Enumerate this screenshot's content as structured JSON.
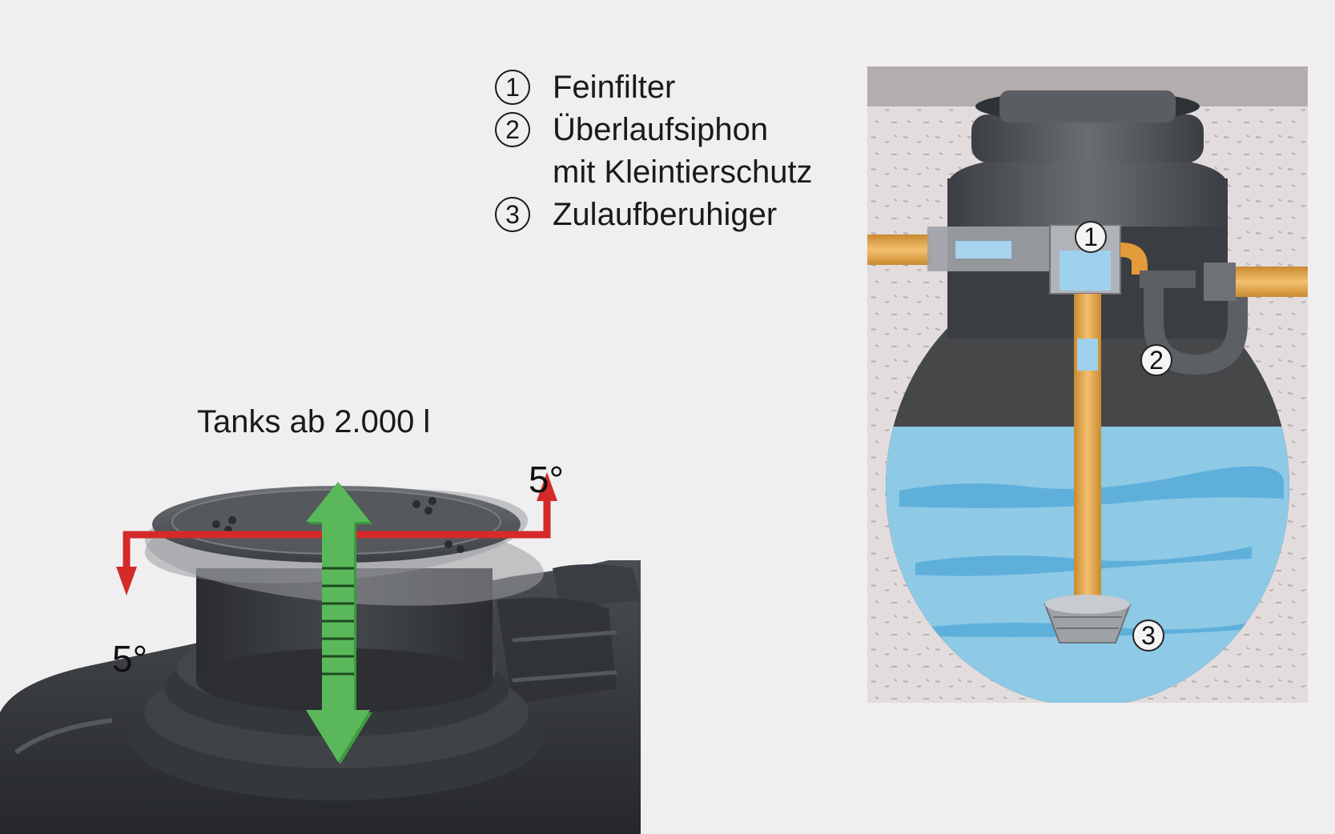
{
  "legend": {
    "items": [
      {
        "num": "1",
        "label": "Feinfilter"
      },
      {
        "num": "2",
        "label": "Überlaufsiphon",
        "label_cont": "mit Kleintierschutz"
      },
      {
        "num": "3",
        "label": "Zulaufberuhiger"
      }
    ]
  },
  "left_figure": {
    "title": "Tanks ab 2.000 l",
    "angle_top": "5°",
    "angle_left": "5°"
  },
  "right_figure": {
    "callouts": [
      "1",
      "2",
      "3"
    ]
  },
  "colors": {
    "background": "#efefef",
    "arrow_green": "#4aa84a",
    "arrow_red": "#d42a2a",
    "water": "#8ec9e6",
    "pipe_orange": "#e8a84a",
    "tank_dark": "#3a3d42"
  }
}
